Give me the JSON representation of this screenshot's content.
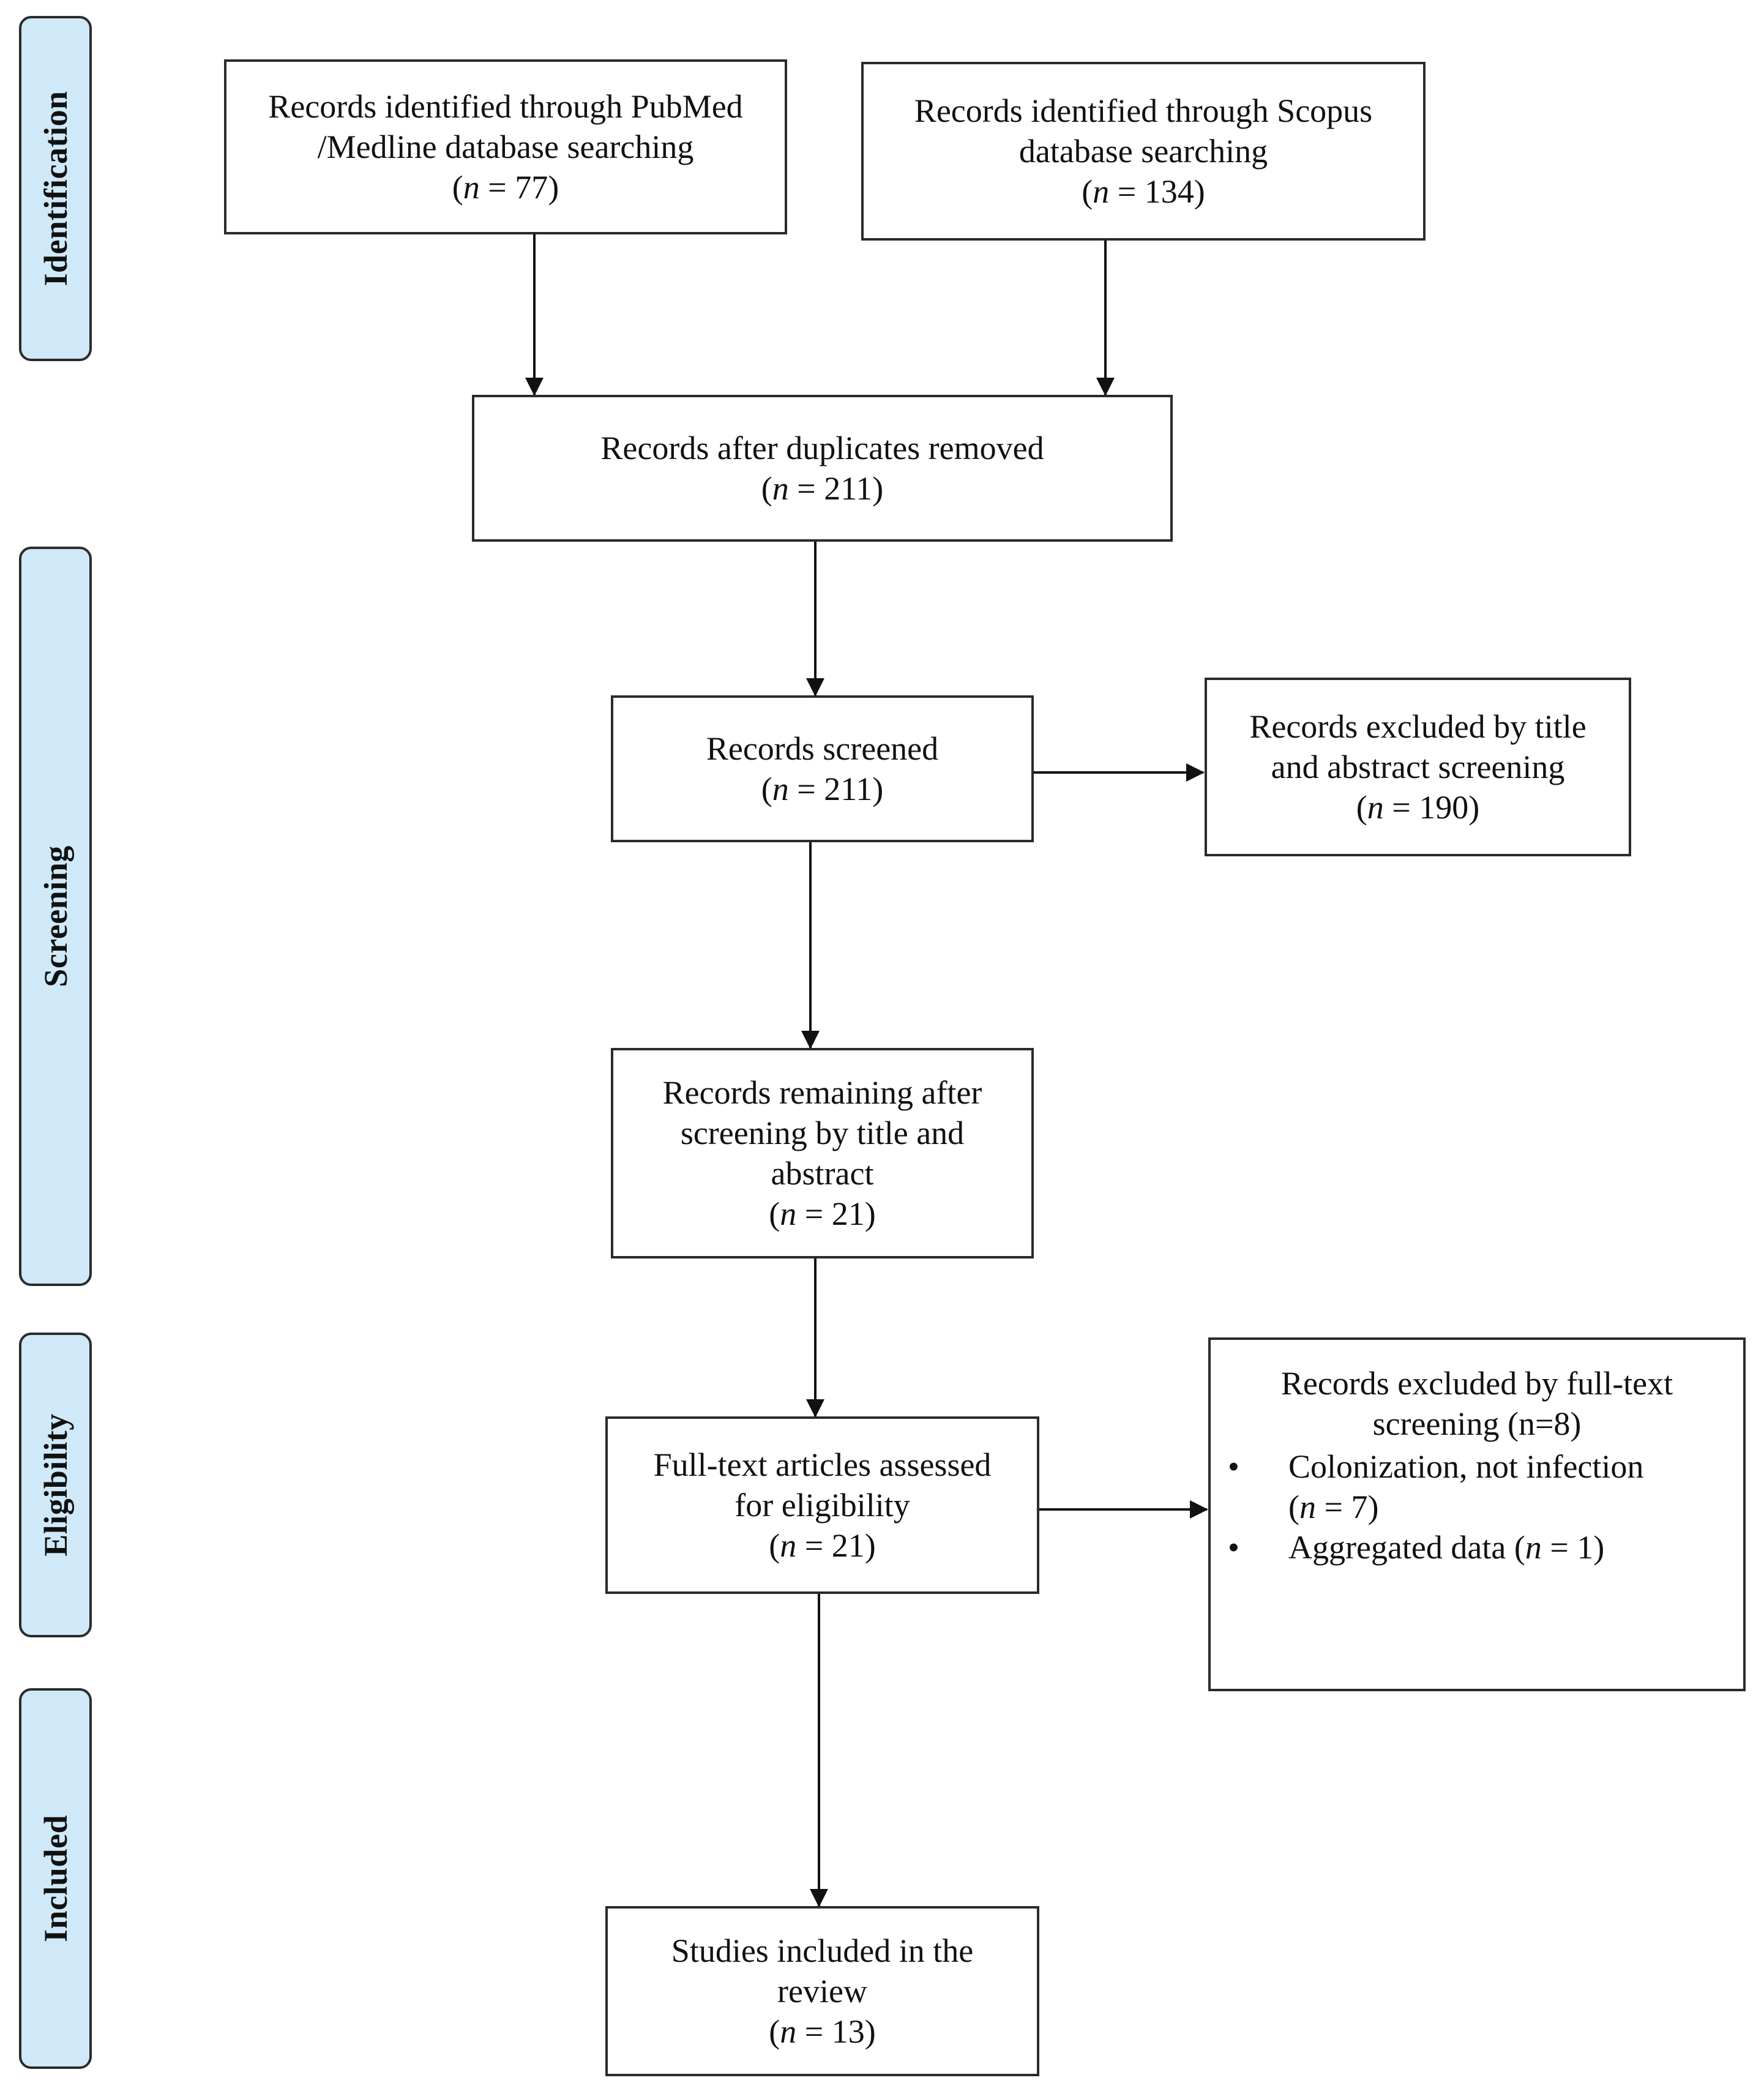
{
  "phases": {
    "identification": "Identification",
    "screening": "Screening",
    "eligibility": "Eligibility",
    "included": "Included"
  },
  "boxes": {
    "pubmed": {
      "line1": "Records identified through PubMed",
      "line2": "/Medline database searching",
      "n_var": "n",
      "n_text": " = 77"
    },
    "scopus": {
      "line1": "Records identified through Scopus",
      "line2": "database searching",
      "n_var": "n",
      "n_text": " = 134"
    },
    "duplicates": {
      "line1": "Records after duplicates removed",
      "n_var": "n",
      "n_text": " = 211"
    },
    "screened": {
      "line1": "Records screened",
      "n_var": "n",
      "n_text": " = 211"
    },
    "excluded_title": {
      "line1": "Records excluded by title",
      "line2": "and abstract screening",
      "n_var": "n",
      "n_text": " = 190"
    },
    "remaining": {
      "line1": "Records remaining after",
      "line2": "screening by title and",
      "line3": "abstract",
      "n_var": "n",
      "n_text": " = 21"
    },
    "fulltext": {
      "line1": "Full-text articles assessed",
      "line2": "for eligibility",
      "n_var": "n",
      "n_text": " = 21"
    },
    "excluded_fulltext": {
      "line1": "Records excluded by full-text",
      "line2": "screening (n=8)",
      "bullet1_text": "Colonization, not infection",
      "bullet1_n_var": "n",
      "bullet1_n_text": " = 7",
      "bullet2_text": "Aggregated data (",
      "bullet2_n_var": "n",
      "bullet2_n_text": " = 1"
    },
    "included": {
      "line1": "Studies included in the",
      "line2": "review",
      "n_var": "n",
      "n_text": " = 13"
    }
  }
}
